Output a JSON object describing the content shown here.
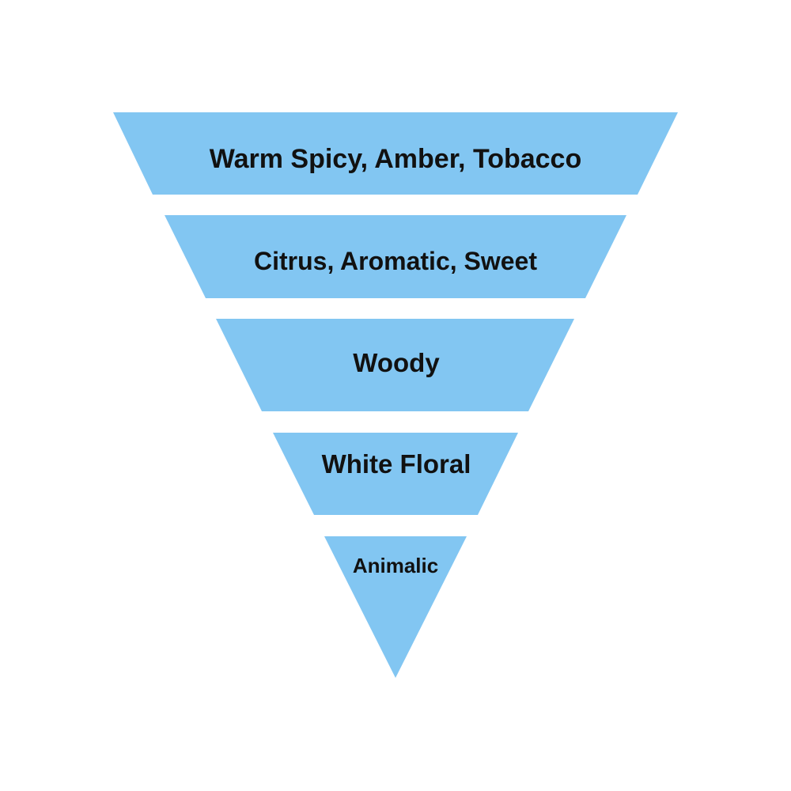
{
  "fill_color": "#82C6F2",
  "text_color": "#111111",
  "background_color": "#FFFFFF",
  "tiers": [
    {
      "label": "Warm Spicy, Amber, Tobacco"
    },
    {
      "label": "Citrus, Aromatic, Sweet"
    },
    {
      "label": "Woody"
    },
    {
      "label": "White Floral"
    },
    {
      "label": "Animalic"
    }
  ]
}
